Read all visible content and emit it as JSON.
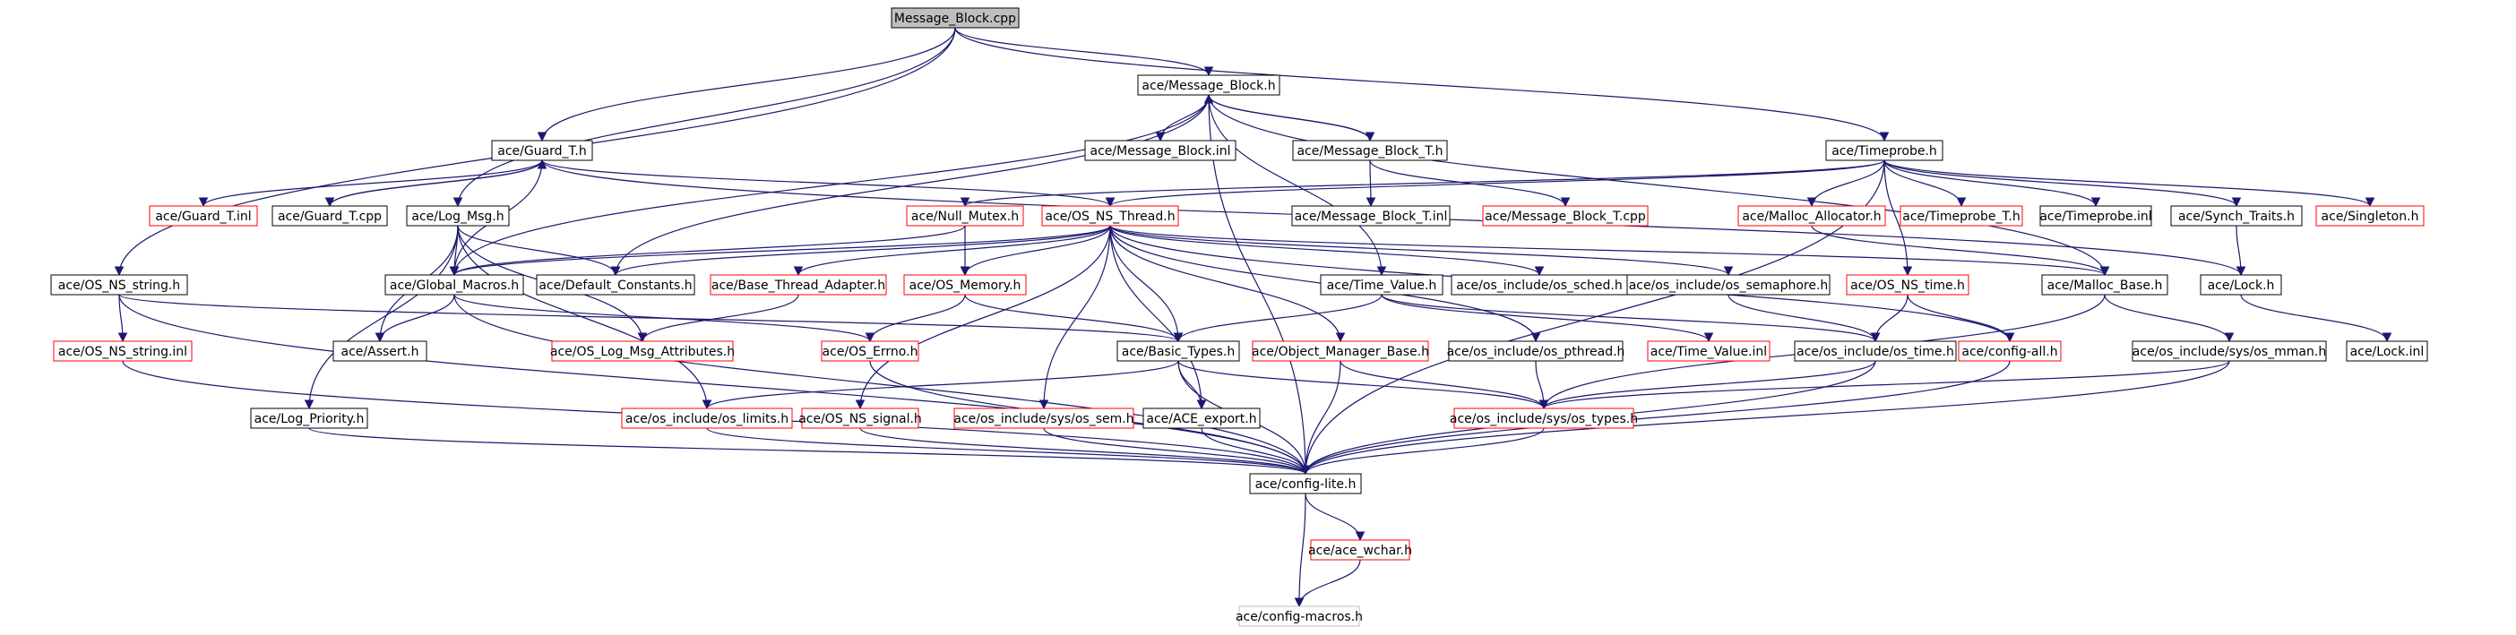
{
  "colors": {
    "edge": "#191970",
    "box_default": "#000000",
    "box_missing": "#ff0000",
    "box_leaf": "#bfbfbf",
    "root_fill": "#bfbfbf"
  },
  "nodes": {
    "message_block_cpp": "Message_Block.cpp",
    "message_block_h": "ace/Message_Block.h",
    "guard_t_h": "ace/Guard_T.h",
    "timeprobe_h": "ace/Timeprobe.h",
    "message_block_inl": "ace/Message_Block.inl",
    "message_block_t_h": "ace/Message_Block_T.h",
    "guard_t_inl": "ace/Guard_T.inl",
    "guard_t_cpp": "ace/Guard_T.cpp",
    "log_msg_h": "ace/Log_Msg.h",
    "null_mutex_h": "ace/Null_Mutex.h",
    "os_ns_thread_h": "ace/OS_NS_Thread.h",
    "message_block_t_inl": "ace/Message_Block_T.inl",
    "message_block_t_cpp": "ace/Message_Block_T.cpp",
    "malloc_allocator_h": "ace/Malloc_Allocator.h",
    "timeprobe_t_h": "ace/Timeprobe_T.h",
    "timeprobe_inl": "ace/Timeprobe.inl",
    "synch_traits_h": "ace/Synch_Traits.h",
    "singleton_h": "ace/Singleton.h",
    "os_ns_string_h": "ace/OS_NS_string.h",
    "global_macros_h": "ace/Global_Macros.h",
    "default_constants_h": "ace/Default_Constants.h",
    "base_thread_adapter_h": "ace/Base_Thread_Adapter.h",
    "os_memory_h": "ace/OS_Memory.h",
    "time_value_h": "ace/Time_Value.h",
    "os_sched_h": "ace/os_include/os_sched.h",
    "os_semaphore_h": "ace/os_include/os_semaphore.h",
    "os_ns_time_h": "ace/OS_NS_time.h",
    "malloc_base_h": "ace/Malloc_Base.h",
    "lock_h": "ace/Lock.h",
    "os_ns_string_inl": "ace/OS_NS_string.inl",
    "assert_h": "ace/Assert.h",
    "os_log_msg_attributes_h": "ace/OS_Log_Msg_Attributes.h",
    "os_errno_h": "ace/OS_Errno.h",
    "basic_types_h": "ace/Basic_Types.h",
    "object_manager_base_h": "ace/Object_Manager_Base.h",
    "os_pthread_h": "ace/os_include/os_pthread.h",
    "time_value_inl": "ace/Time_Value.inl",
    "os_time_h": "ace/os_include/os_time.h",
    "config_all_h": "ace/config-all.h",
    "os_mman_h": "ace/os_include/sys/os_mman.h",
    "lock_inl": "ace/Lock.inl",
    "log_priority_h": "ace/Log_Priority.h",
    "os_limits_h": "ace/os_include/os_limits.h",
    "os_ns_signal_h": "ace/OS_NS_signal.h",
    "os_sem_h": "ace/os_include/sys/os_sem.h",
    "ace_export_h": "ace/ACE_export.h",
    "os_types_h": "ace/os_include/sys/os_types.h",
    "config_lite_h": "ace/config-lite.h",
    "ace_wchar_h": "ace/ace_wchar.h",
    "config_macros_h": "ace/config-macros.h"
  }
}
